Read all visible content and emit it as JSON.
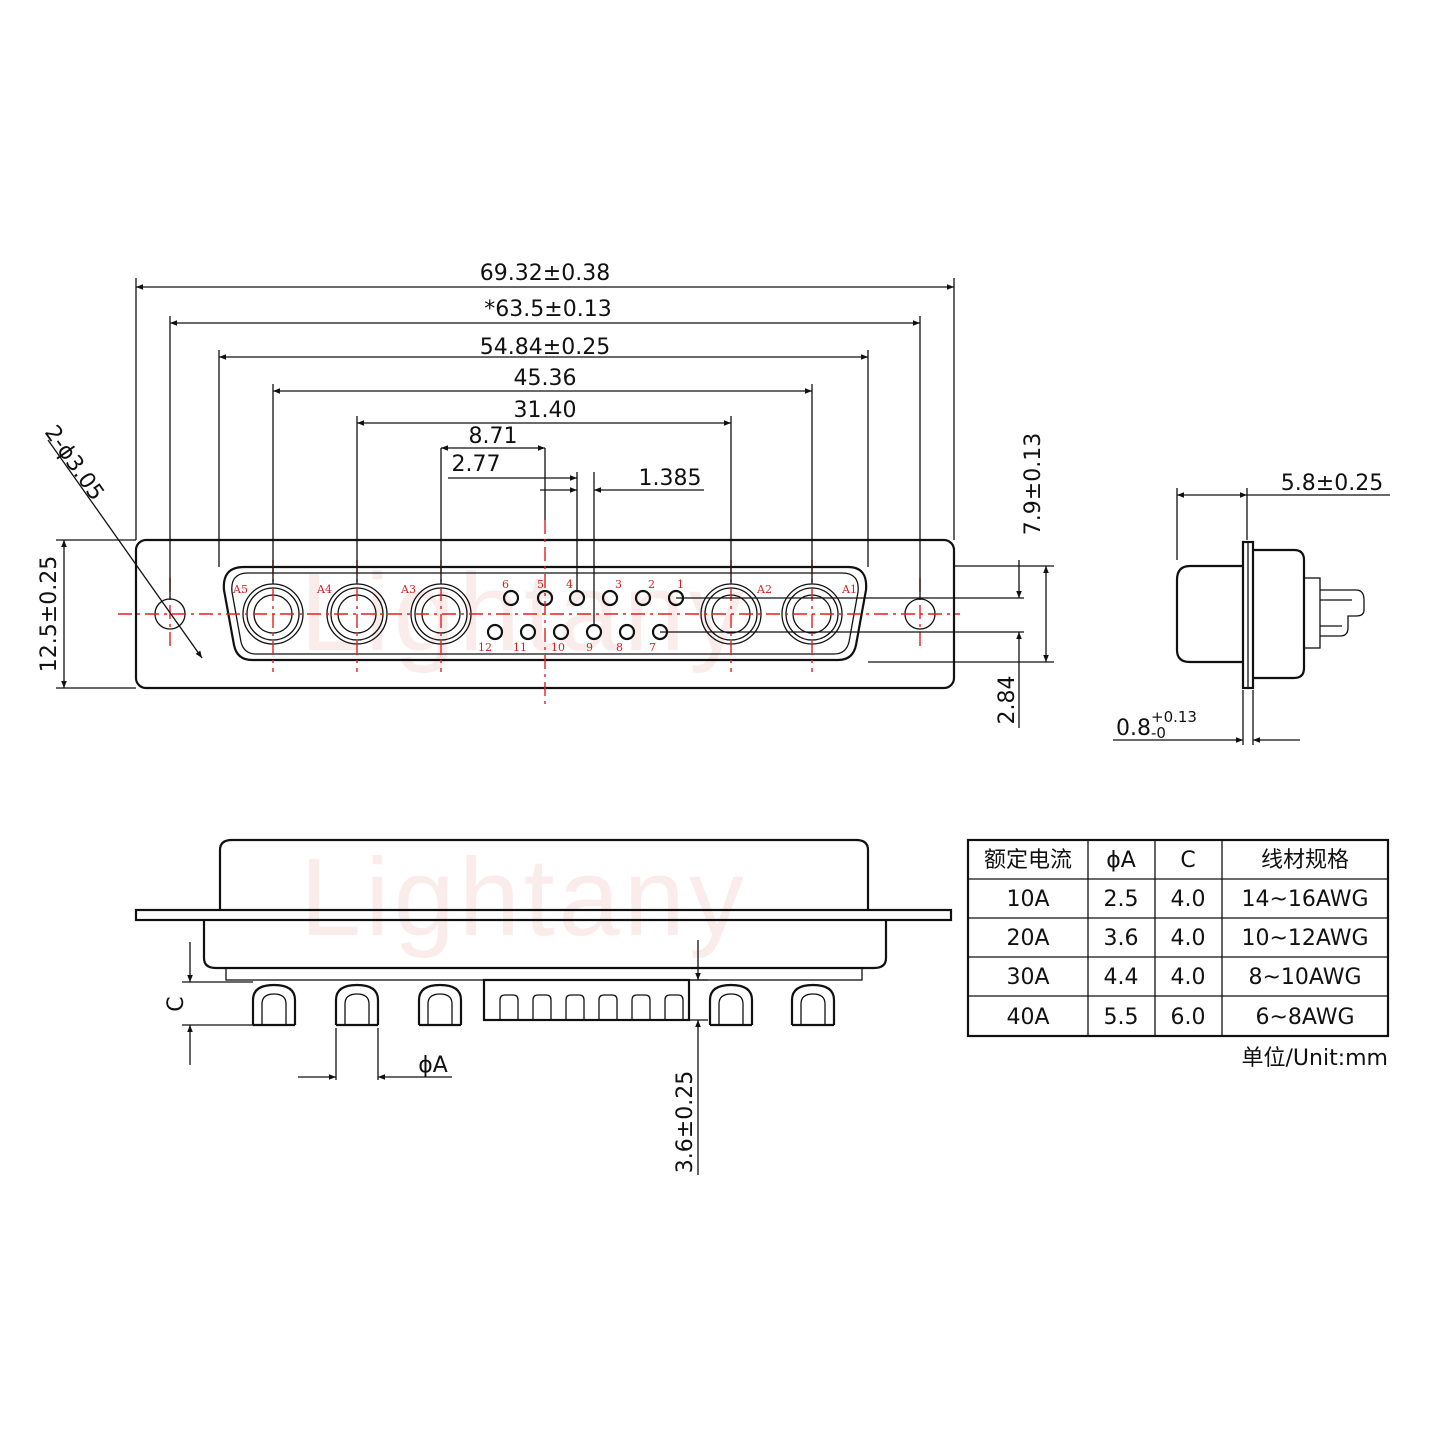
{
  "dimensions": {
    "overall_width": "69.32±0.38",
    "mount_hole_pitch": "*63.5±0.13",
    "shell_width": "54.84±0.25",
    "outer_cavity_pitch": "45.36",
    "inner_cavity_pitch": "31.40",
    "signal_offset": "8.71",
    "signal_pitch_row": "2.77",
    "signal_half_pitch": "1.385",
    "mount_hole": "2-ϕ3.05",
    "flange_height": "12.5±0.25",
    "row_spacing_height": "7.9±0.13",
    "row_offset": "2.84",
    "side_depth": "5.8±0.25",
    "flange_thickness_base": "0.8",
    "flange_thickness_tol_plus": "+0.13",
    "flange_thickness_tol_minus": "-0",
    "pin_length_c": "C",
    "pin_diameter_a": "ϕA",
    "signal_pin_length": "3.6±0.25"
  },
  "power_contacts": [
    "A5",
    "A4",
    "A3",
    "A2",
    "A1"
  ],
  "signal_top_row": [
    "6",
    "5",
    "4",
    "3",
    "2",
    "1"
  ],
  "signal_bottom_row": [
    "12",
    "11",
    "10",
    "9",
    "8",
    "7"
  ],
  "watermark": "Lightany",
  "spec_table": {
    "headers": [
      "额定电流",
      "ϕA",
      "C",
      "线材规格"
    ],
    "rows": [
      [
        "10A",
        "2.5",
        "4.0",
        "14~16AWG"
      ],
      [
        "20A",
        "3.6",
        "4.0",
        "10~12AWG"
      ],
      [
        "30A",
        "4.4",
        "4.0",
        "8~10AWG"
      ],
      [
        "40A",
        "5.5",
        "6.0",
        "6~8AWG"
      ]
    ],
    "unit_note": "单位/Unit:mm"
  },
  "colors": {
    "line": "#111111",
    "centerline": "#e02020",
    "watermark": "#f6caca"
  }
}
